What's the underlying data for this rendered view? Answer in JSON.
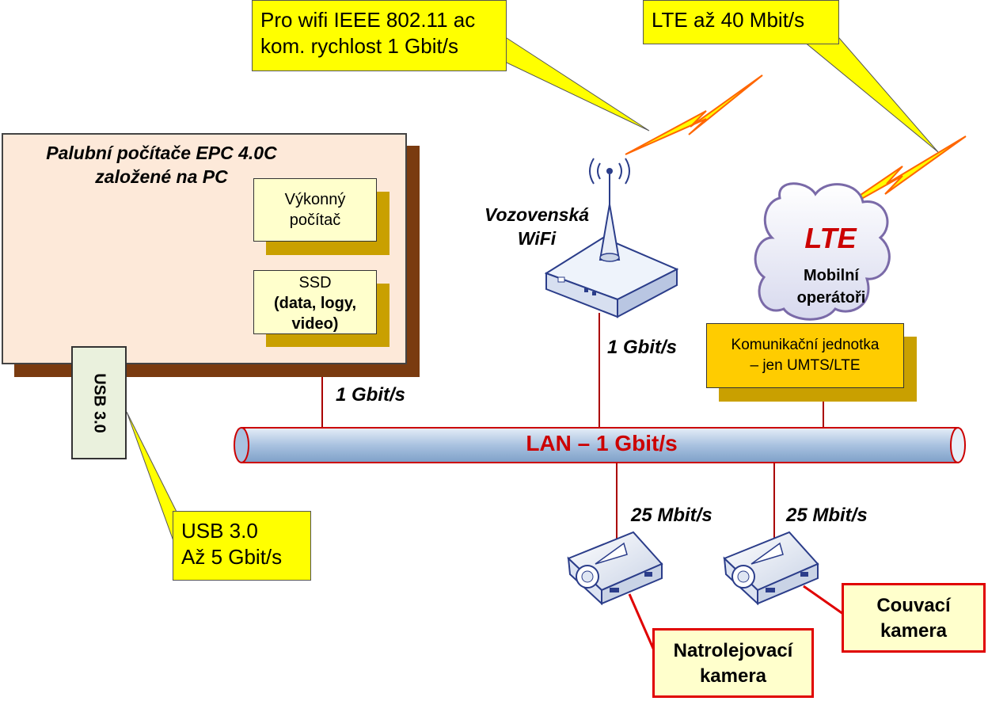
{
  "callouts": {
    "wifi_line1": "Pro wifi IEEE 802.11 ac",
    "wifi_line2": "kom. rychlost 1 Gbit/s",
    "lte": "LTE až 40 Mbit/s",
    "usb_line1": "USB 3.0",
    "usb_line2": "Až 5 Gbit/s"
  },
  "computer": {
    "title_line1": "Palubní počítače EPC 4.0C",
    "title_line2": "založené na PC",
    "cpu_line1": "Výkonný",
    "cpu_line2": "počítač",
    "ssd_line1": "SSD",
    "ssd_line2": "(data, logy,",
    "ssd_line3": "video)",
    "usb_port": "USB 3.0"
  },
  "wifi": {
    "label_line1": "Vozovenská",
    "label_line2": "WiFi"
  },
  "lte_cloud": {
    "title": "LTE",
    "line1": "Mobilní",
    "line2": "operátoři"
  },
  "comm_unit": {
    "line1": "Komunikační jednotka",
    "line2": "– jen UMTS/LTE"
  },
  "lan": {
    "label": "LAN – 1 Gbit/s"
  },
  "speeds": {
    "pc": "1 Gbit/s",
    "wifi": "1 Gbit/s",
    "cam1": "25 Mbit/s",
    "cam2": "25 Mbit/s"
  },
  "cameras": {
    "cam1_line1": "Natrolejovací",
    "cam1_line2": "kamera",
    "cam2_line1": "Couvací",
    "cam2_line2": "kamera"
  },
  "colors": {
    "lan_fill": "#b7cde6",
    "lan_border": "#cc0000",
    "link": "#aa0000",
    "callout": "#ffff00",
    "camera_box_border": "#e00000"
  }
}
